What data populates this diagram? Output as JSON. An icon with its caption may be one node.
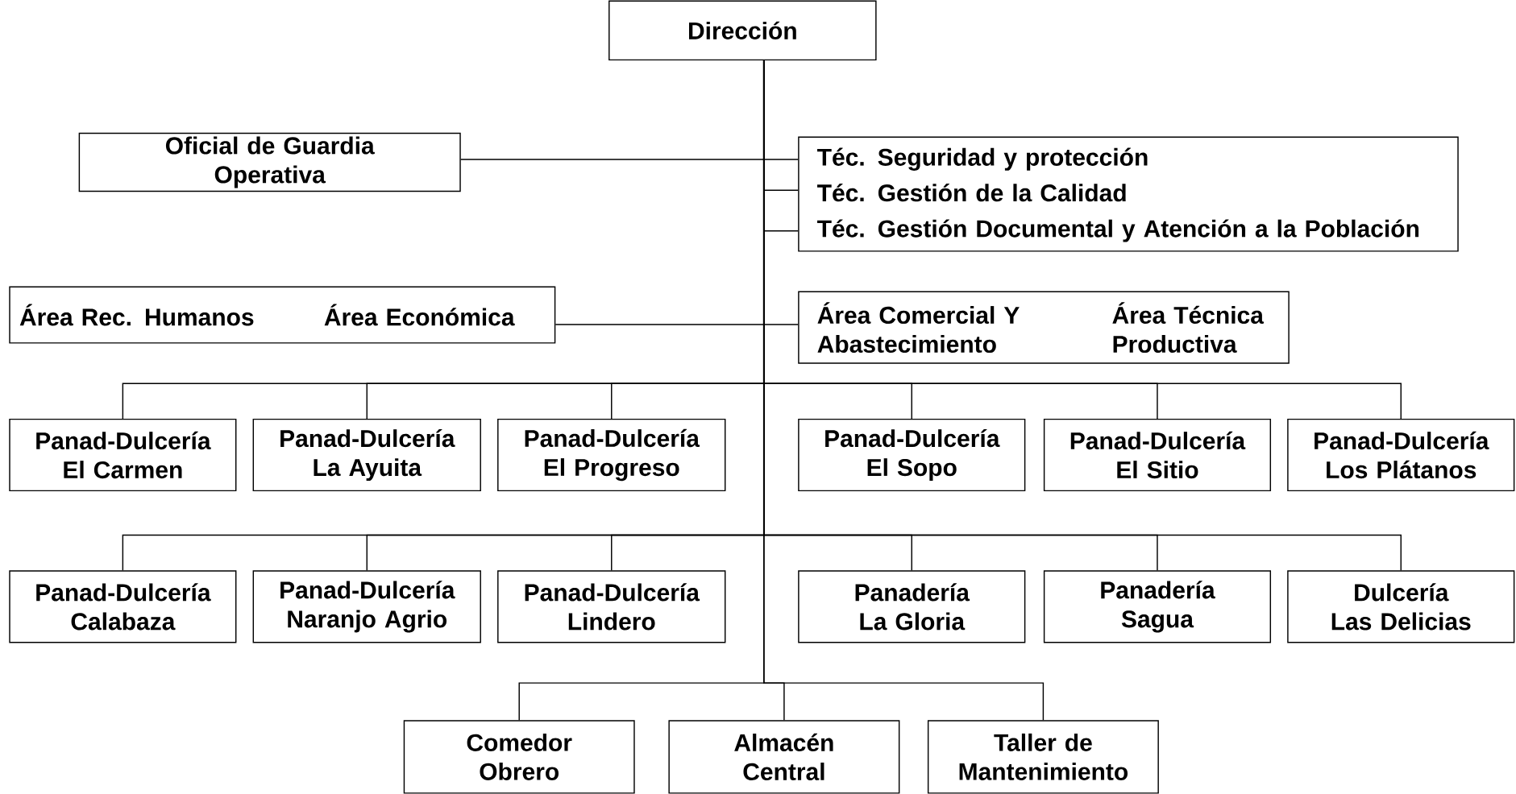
{
  "diagram": {
    "nodes": [
      {
        "text": [
          "Dirección"
        ]
      },
      {
        "text": [
          "Oficial de Guardia Operativa"
        ]
      },
      {
        "text": [
          "Téc. Seguridad y protección",
          "Téc. Gestión de la Calidad",
          "Téc. Gestión Documental y Atención a la Población"
        ]
      },
      {
        "text": [
          "Área Rec. Humanos",
          "Área Económica"
        ]
      },
      {
        "text": [
          "Área Comercial Y Abastecimiento",
          "Área Técnica Productiva"
        ]
      },
      {
        "text": [
          "Panad-Dulcería El Carmen"
        ]
      },
      {
        "text": [
          "Panad-Dulcería La Ayuita"
        ]
      },
      {
        "text": [
          "Panad-Dulcería El Progreso"
        ]
      },
      {
        "text": [
          "Panad-Dulcería El Sopo"
        ]
      },
      {
        "text": [
          "Panad-Dulcería El Sitio"
        ]
      },
      {
        "text": [
          "Panad-Dulcería Los Plátanos"
        ]
      },
      {
        "text": [
          "Panad-Dulcería Calabaza"
        ]
      },
      {
        "text": [
          "Panad-Dulcería Naranjo Agrio"
        ]
      },
      {
        "text": [
          "Panad-Dulcería Lindero"
        ]
      },
      {
        "text": [
          "Panadería La Gloria"
        ]
      },
      {
        "text": [
          "Panadería Sagua"
        ]
      },
      {
        "text": [
          "Dulcería Las Delicias"
        ]
      },
      {
        "text": [
          "Comedor Obrero"
        ]
      },
      {
        "text": [
          "Almacén Central"
        ]
      },
      {
        "text": [
          "Taller de Mantenimiento"
        ]
      }
    ],
    "edges": [
      {
        "from": 0,
        "to": 1,
        "arrow": "none"
      },
      {
        "from": 0,
        "to": 2,
        "arrow": "none"
      },
      {
        "from": 0,
        "to": 2,
        "arrow": "none"
      },
      {
        "from": 0,
        "to": 2,
        "arrow": "none"
      },
      {
        "from": 0,
        "to": 3,
        "arrow": "none"
      },
      {
        "from": 0,
        "to": 4,
        "arrow": "none"
      },
      {
        "from": 0,
        "to": 5,
        "arrow": "none"
      },
      {
        "from": 0,
        "to": 6,
        "arrow": "none"
      },
      {
        "from": 0,
        "to": 7,
        "arrow": "none"
      },
      {
        "from": 0,
        "to": 8,
        "arrow": "none"
      },
      {
        "from": 0,
        "to": 9,
        "arrow": "none"
      },
      {
        "from": 0,
        "to": 10,
        "arrow": "none"
      },
      {
        "from": 0,
        "to": 11,
        "arrow": "none"
      },
      {
        "from": 0,
        "to": 12,
        "arrow": "none"
      },
      {
        "from": 0,
        "to": 13,
        "arrow": "none"
      },
      {
        "from": 0,
        "to": 14,
        "arrow": "none"
      },
      {
        "from": 0,
        "to": 15,
        "arrow": "none"
      },
      {
        "from": 0,
        "to": 16,
        "arrow": "none"
      },
      {
        "from": 0,
        "to": 17,
        "arrow": "none"
      },
      {
        "from": 0,
        "to": 18,
        "arrow": "none"
      },
      {
        "from": 0,
        "to": 19,
        "arrow": "none"
      }
    ]
  }
}
